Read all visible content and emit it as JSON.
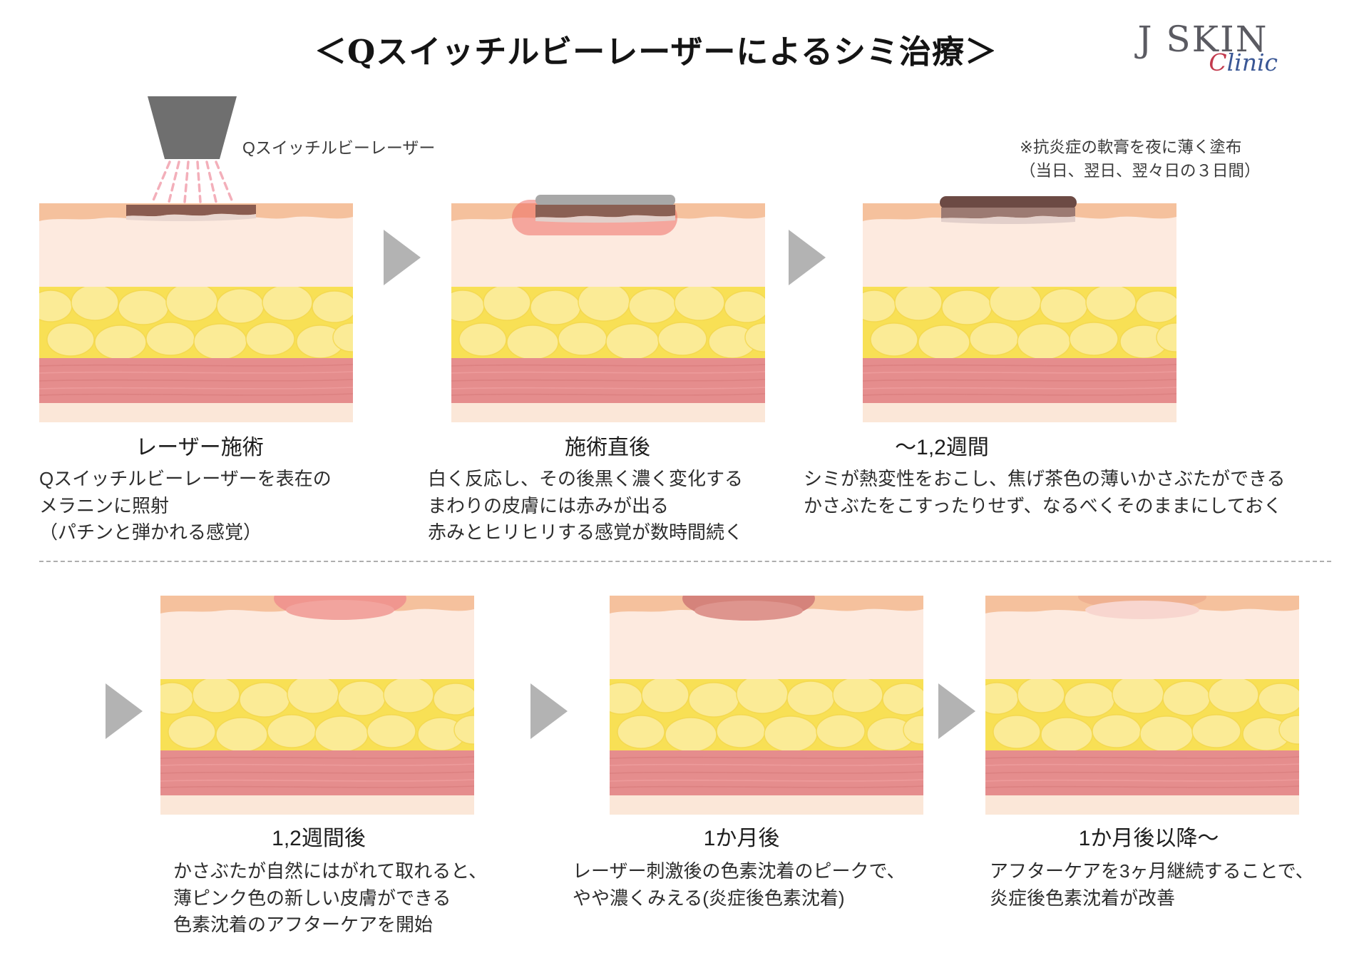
{
  "title": "＜Qスイッチルビーレーザーによるシミ治療＞",
  "logo": {
    "name": "J SKIN",
    "script_first": "C",
    "script_rest": "linic"
  },
  "note": {
    "line1": "※抗炎症の軟膏を夜に薄く塗布",
    "line2": "（当日、翌日、翌々日の３日間）"
  },
  "laser_label": "Qスイッチルビーレーザー",
  "panels": [
    {
      "variant": "laser",
      "label": "レーザー施術",
      "desc": [
        "Qスイッチルビーレーザーを表在の",
        "メラニンに照射",
        "（パチンと弾かれる感覚）"
      ]
    },
    {
      "variant": "immediate",
      "label": "施術直後",
      "desc": [
        "白く反応し、その後黒く濃く変化する",
        "まわりの皮膚には赤みが出る",
        "赤みとヒリヒリする感覚が数時間続く"
      ]
    },
    {
      "variant": "scab",
      "label": "～1,2週間",
      "desc": [
        "シミが熱変性をおこし、焦げ茶色の薄いかさぶたができる",
        "かさぶたをこすったりせず、なるべくそのままにしておく"
      ]
    },
    {
      "variant": "peel",
      "label": "1,2週間後",
      "desc": [
        "かさぶたが自然にはがれて取れると、",
        "薄ピンク色の新しい皮膚ができる",
        "色素沈着のアフターケアを開始"
      ]
    },
    {
      "variant": "month",
      "label": "1か月後",
      "desc": [
        "レーザー刺激後の色素沈着のピークで、",
        "やや濃くみえる(炎症後色素沈着)"
      ]
    },
    {
      "variant": "after",
      "label": "1か月後以降～",
      "desc": [
        "アフターケアを3ヶ月継続することで、",
        "炎症後色素沈着が改善"
      ]
    }
  ],
  "colors": {
    "epidermis": "#f5c19d",
    "dermis": "#fdeadf",
    "fat_base": "#f8e055",
    "fat_bubble": "#fbeb96",
    "fat_bubble_edge": "#f3d64b",
    "muscle": "#e58d8d",
    "muscle_line_dark": "#d97e7e",
    "muscle_line_light": "#ef9f9f",
    "base_strip": "#fbe7d8",
    "spot_brown": "#8a5c50",
    "spot_brown_wave": "#e9d6cf",
    "laser_gray": "#6f6f6f",
    "beam_pink": "#f2a2ae",
    "glow_red": "#ee685f",
    "white_bar_gray": "#a8a8a8",
    "immediate_brown": "#8a6054",
    "scab_dark": "#6c4a44",
    "scab_under": "#9c7a72",
    "scab_under_light": "#e2cfca",
    "spot_pink": "#f0968f",
    "spot_pink_light": "#f2a49e",
    "spot_dark": "#d5837b",
    "spot_dark_light": "#de958e",
    "spot_faded": "#f8d6cf",
    "spot_faded_peach": "#eead8f",
    "arrow": "#b3b3b3",
    "logo_gray": "#5b5b62",
    "logo_red": "#c23a4d",
    "logo_blue": "#3a5795"
  }
}
